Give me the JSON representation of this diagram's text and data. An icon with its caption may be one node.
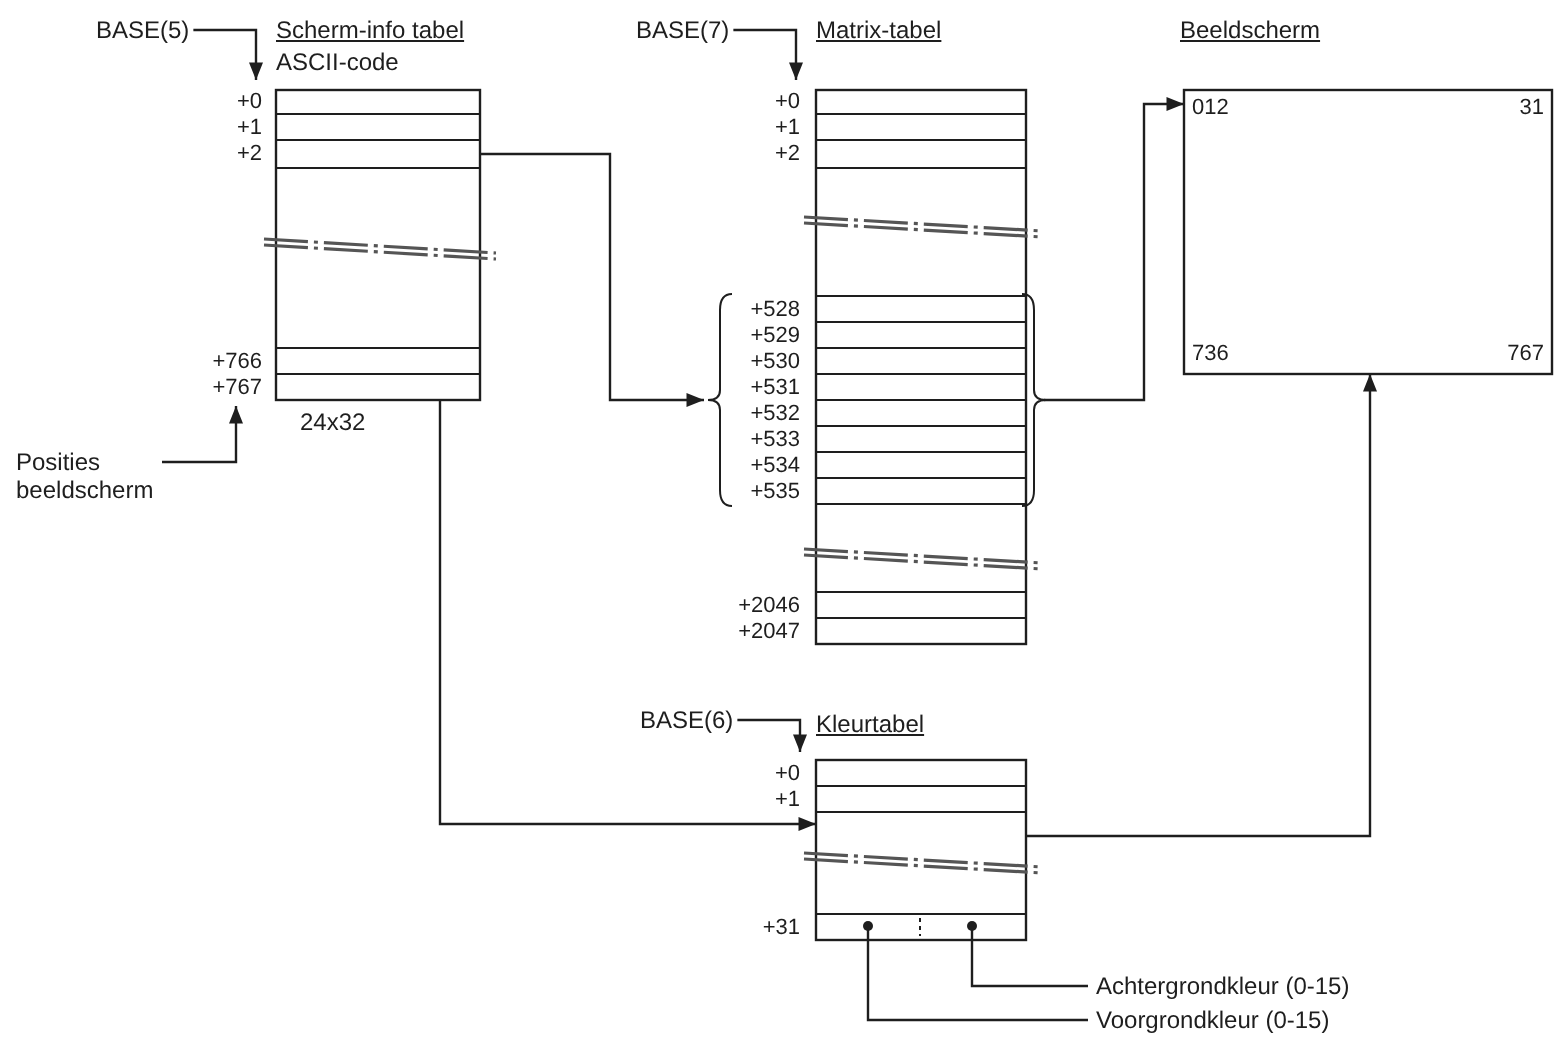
{
  "diagram": {
    "nodes": [
      {
        "text": [
          "BASE(5)"
        ]
      },
      {
        "text": [
          "Scherm-info tabel",
          "ASCII-code"
        ],
        "beside": [
          "24x32"
        ]
      },
      {
        "text": [
          "BASE(7)"
        ]
      },
      {
        "text": [
          "Matrix-tabel"
        ]
      },
      {
        "text": [
          "Beeldscherm",
          "012",
          "31",
          "736",
          "767"
        ]
      },
      {
        "text": [
          "Posities beeldscherm"
        ]
      },
      {
        "text": [
          "BASE(6)"
        ]
      },
      {
        "text": [
          "Kleurtabel"
        ]
      },
      {
        "text": [
          "Achtergrondkleur (0-15)"
        ]
      },
      {
        "text": [
          "Voorgrondkleur (0-15)"
        ]
      }
    ],
    "edges": [
      {
        "from": 0,
        "to": 1,
        "arrow": "to"
      },
      {
        "from": 2,
        "to": 3,
        "arrow": "to"
      },
      {
        "from": 6,
        "to": 7,
        "arrow": "to"
      },
      {
        "from": 1,
        "to": 3,
        "arrow": "to"
      },
      {
        "from": 3,
        "to": 4,
        "arrow": "to"
      },
      {
        "from": 1,
        "to": 7,
        "arrow": "to"
      },
      {
        "from": 7,
        "to": 4,
        "arrow": "to"
      },
      {
        "from": 5,
        "to": 1,
        "arrow": "to"
      },
      {
        "from": 8,
        "to": 7,
        "arrow": "other"
      },
      {
        "from": 9,
        "to": 7,
        "arrow": "other"
      }
    ],
    "labels": [
      "+0",
      "+1",
      "+2",
      "+766",
      "+767",
      "+0",
      "+1",
      "+2",
      "+528",
      "+529",
      "+530",
      "+531",
      "+532",
      "+533",
      "+534",
      "+535",
      "+2046",
      "+2047",
      "+0",
      "+1",
      "+31"
    ]
  }
}
